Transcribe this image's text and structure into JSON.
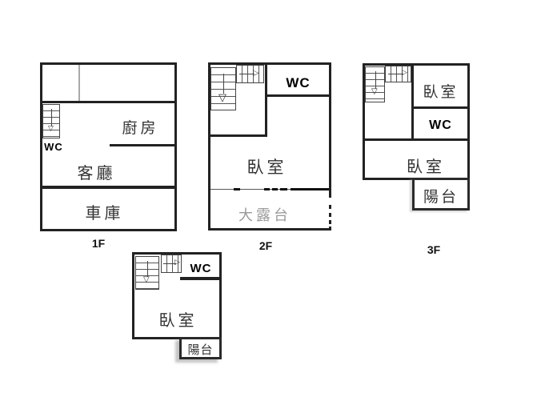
{
  "floors": [
    {
      "label": "1F",
      "rooms": {
        "wc": "WC",
        "kitchen": "廚房",
        "living_room": "客廳",
        "garage": "車庫"
      }
    },
    {
      "label": "2F",
      "rooms": {
        "wc": "WC",
        "bedroom": "臥室",
        "terrace": "大露台"
      }
    },
    {
      "label": "3F",
      "rooms": {
        "bedroom_upper": "臥室",
        "wc": "WC",
        "bedroom_middle": "臥室",
        "balcony": "陽台"
      }
    },
    {
      "rooms": {
        "wc": "WC",
        "bedroom": "臥室",
        "balcony": "陽台"
      }
    }
  ],
  "icons": {
    "stairs_down_arrow": "▽",
    "stairs_right_arrow": "▷"
  },
  "colors": {
    "wall": "#222222",
    "room_text": "#333333",
    "terrace_text": "#999999",
    "background": "#ffffff"
  }
}
